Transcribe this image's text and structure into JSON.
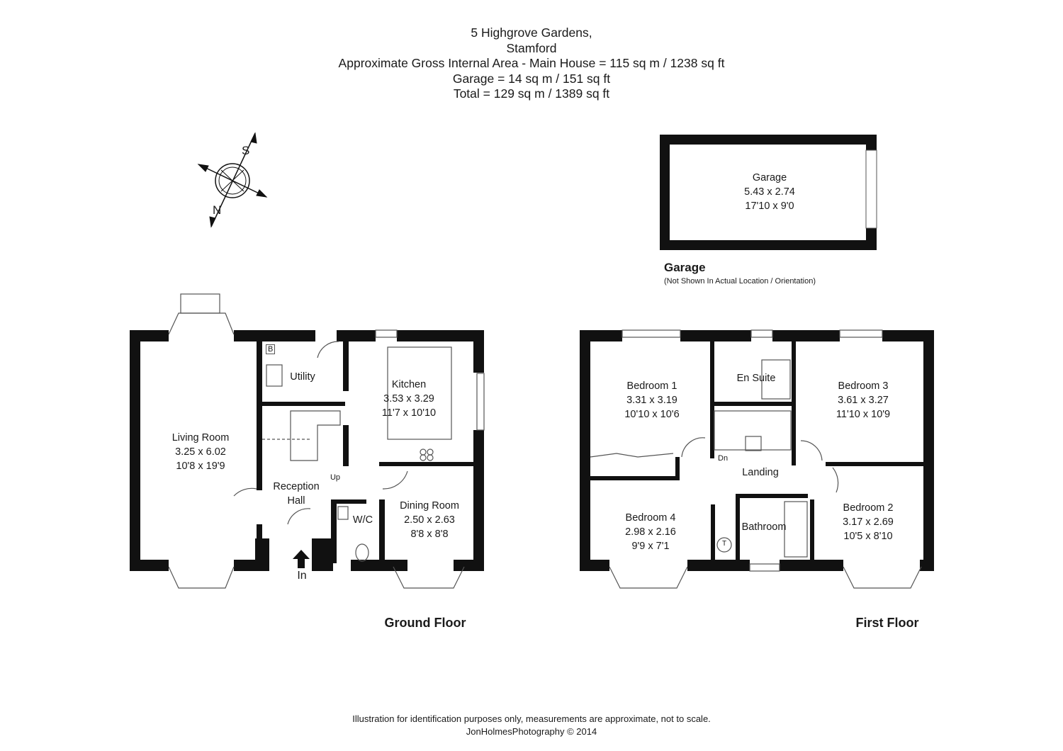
{
  "header": {
    "address_line1": "5 Highgrove Gardens,",
    "address_line2": "Stamford",
    "area_main": "Approximate Gross Internal Area - Main House = 115 sq m / 1238 sq ft",
    "area_garage": "Garage = 14 sq m / 151 sq ft",
    "area_total": "Total = 129 sq m / 1389 sq ft"
  },
  "compass": {
    "north": "N",
    "south": "S"
  },
  "garage": {
    "name": "Garage",
    "metric": "5.43 x 2.74",
    "imperial": "17'10 x 9'0",
    "label": "Garage",
    "note": "(Not Shown In Actual Location / Orientation)"
  },
  "ground_floor": {
    "label": "Ground Floor",
    "rooms": [
      {
        "name": "Living Room",
        "metric": "3.25 x 6.02",
        "imperial": "10'8 x 19'9"
      },
      {
        "name": "Kitchen",
        "metric": "3.53 x 3.29",
        "imperial": "11'7 x 10'10"
      },
      {
        "name": "Dining Room",
        "metric": "2.50 x 2.63",
        "imperial": "8'8 x 8'8"
      },
      {
        "name": "Utility"
      },
      {
        "name": "Reception",
        "name2": "Hall"
      },
      {
        "name": "W/C"
      }
    ],
    "boiler": "B",
    "stairs": "Up",
    "entrance": "In"
  },
  "first_floor": {
    "label": "First Floor",
    "rooms": [
      {
        "name": "Bedroom 1",
        "metric": "3.31 x 3.19",
        "imperial": "10'10 x 10'6"
      },
      {
        "name": "Bedroom 3",
        "metric": "3.61 x 3.27",
        "imperial": "11'10 x 10'9"
      },
      {
        "name": "Bedroom 4",
        "metric": "2.98 x 2.16",
        "imperial": "9'9 x 7'1"
      },
      {
        "name": "Bedroom 2",
        "metric": "3.17 x 2.69",
        "imperial": "10'5 x 8'10"
      },
      {
        "name": "En Suite"
      },
      {
        "name": "Landing"
      },
      {
        "name": "Bathroom"
      }
    ],
    "stairs": "Dn",
    "tank": "T"
  },
  "footer": {
    "disclaimer": "Illustration for identification purposes only, measurements are approximate, not to scale.",
    "copyright": "JonHolmesPhotography © 2014"
  }
}
